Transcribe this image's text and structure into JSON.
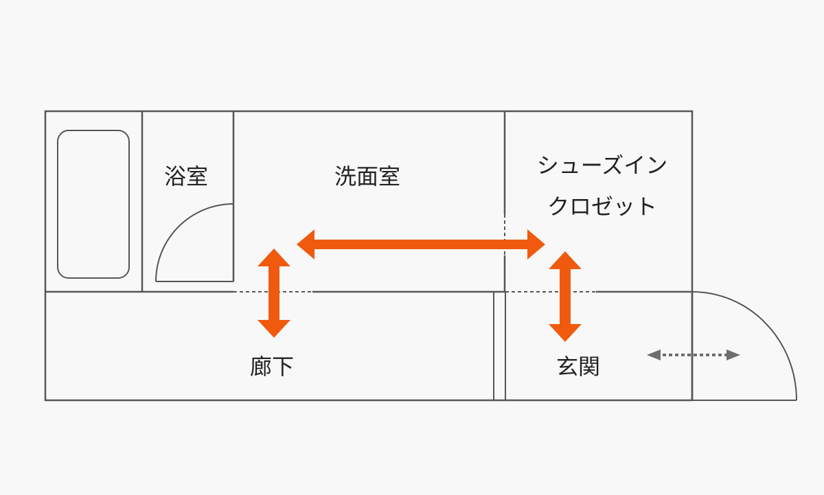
{
  "rooms": {
    "bathroom": "浴室",
    "washroom": "洗面室",
    "shoe_closet_line1": "シューズイン",
    "shoe_closet_line2": "クロゼット",
    "hallway": "廊下",
    "entrance": "玄関"
  },
  "colors": {
    "wall": "#555555",
    "arrow": "#f05a0f",
    "secondary_arrow": "#6e6e6e",
    "background": "#f8f8f8"
  }
}
